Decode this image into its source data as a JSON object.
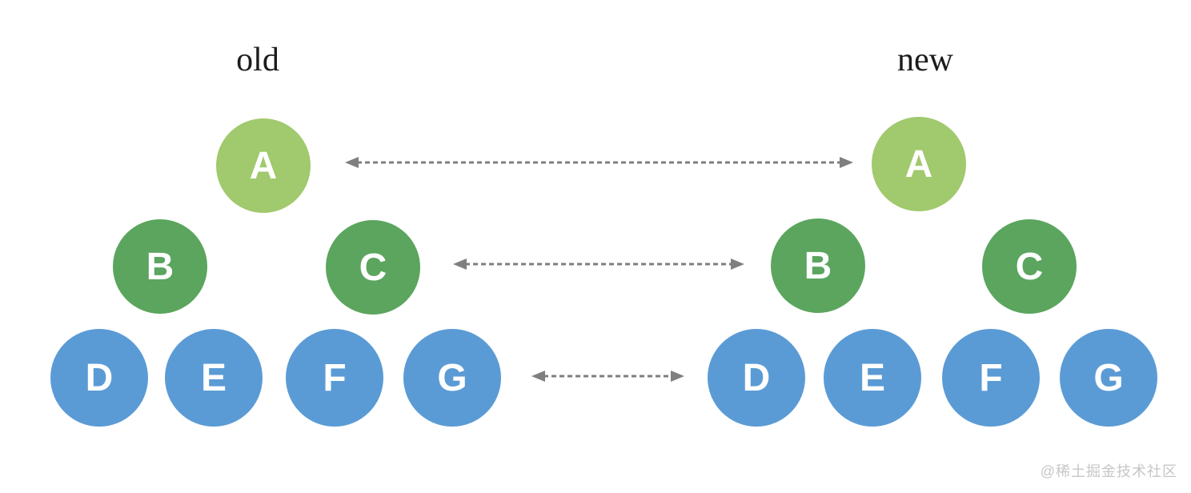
{
  "diagram": {
    "title": "old vs new tree diff comparison",
    "colors": {
      "root_green": "#a1c96d",
      "mid_green": "#5ba55e",
      "leaf_blue": "#5b9bd5",
      "arrow_gray": "#7f7f7f",
      "node_text": "#ffffff",
      "label_text": "#1c1c1c",
      "watermark_gray": "#c6c6c6"
    },
    "trees": {
      "old": {
        "title": "old",
        "nodes": [
          {
            "label": "A",
            "level": "root"
          },
          {
            "label": "B",
            "level": "mid"
          },
          {
            "label": "C",
            "level": "mid"
          },
          {
            "label": "D",
            "level": "leaf"
          },
          {
            "label": "E",
            "level": "leaf"
          },
          {
            "label": "F",
            "level": "leaf"
          },
          {
            "label": "G",
            "level": "leaf"
          }
        ]
      },
      "new": {
        "title": "new",
        "nodes": [
          {
            "label": "A",
            "level": "root"
          },
          {
            "label": "B",
            "level": "mid"
          },
          {
            "label": "C",
            "level": "mid"
          },
          {
            "label": "D",
            "level": "leaf"
          },
          {
            "label": "E",
            "level": "leaf"
          },
          {
            "label": "F",
            "level": "leaf"
          },
          {
            "label": "G",
            "level": "leaf"
          }
        ]
      }
    },
    "arrows": [
      {
        "name": "compare-level-1",
        "from": "old.A",
        "to": "new.A",
        "style": "dashed double-headed"
      },
      {
        "name": "compare-level-2",
        "from": "old.C",
        "to": "new.B",
        "style": "dashed double-headed"
      },
      {
        "name": "compare-level-3",
        "from": "old.G",
        "to": "new.D",
        "style": "dashed double-headed"
      }
    ],
    "watermark": "@稀土掘金技术社区"
  }
}
